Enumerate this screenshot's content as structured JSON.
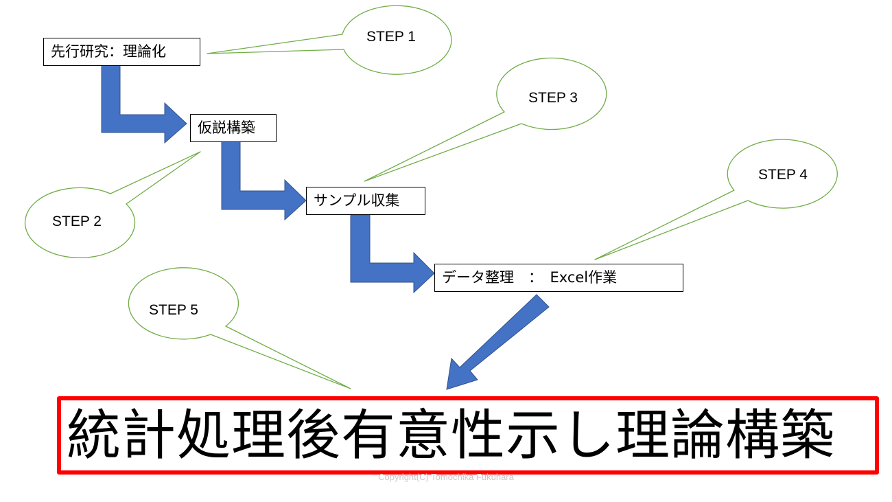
{
  "steps": [
    {
      "text": "先行研究：理論化"
    },
    {
      "text": "仮説構築"
    },
    {
      "text": "サンプル収集"
    },
    {
      "text": "データ整理　：　Excel作業"
    }
  ],
  "callouts": [
    {
      "label": "STEP 1"
    },
    {
      "label": "STEP 2"
    },
    {
      "label": "STEP 3"
    },
    {
      "label": "STEP 4"
    },
    {
      "label": "STEP 5"
    }
  ],
  "final": {
    "text": "統計処理後有意性示し理論構築"
  },
  "copyright": "Copyright(C) Tomochika Fukuhara",
  "colors": {
    "arrow_fill": "#4472c4",
    "arrow_stroke": "#2f528f",
    "callout_stroke": "#70ad47",
    "final_border": "#ff0000",
    "box_border": "#000000"
  }
}
